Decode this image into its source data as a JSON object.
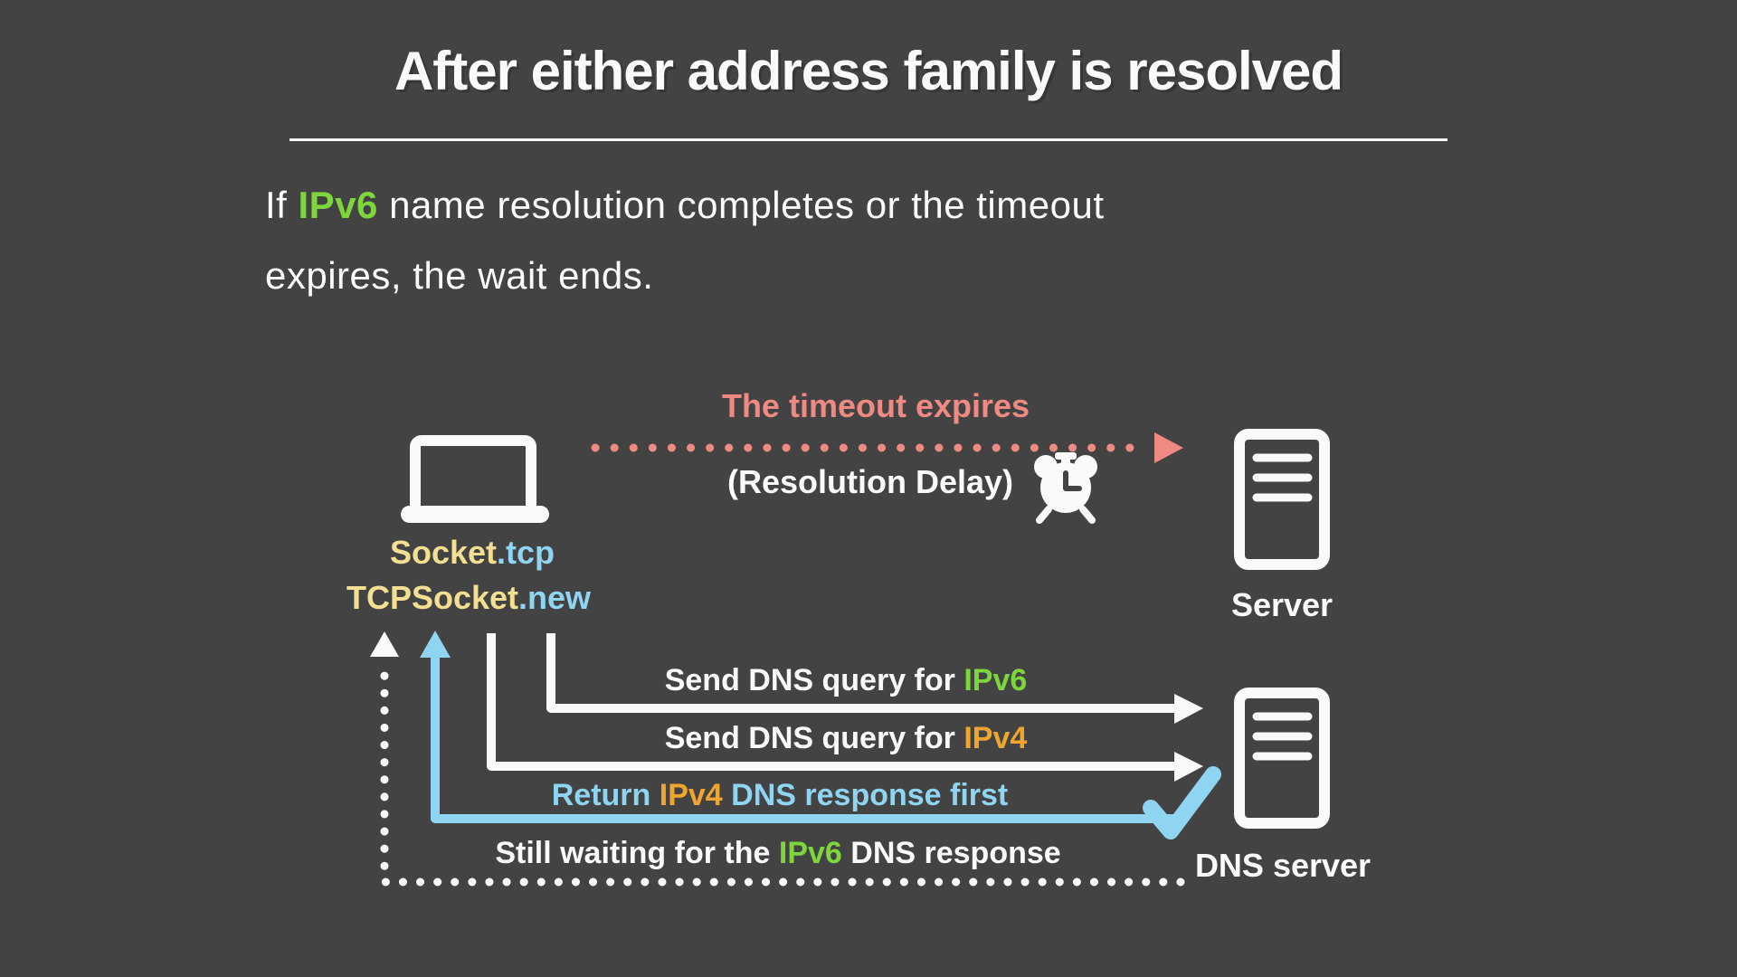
{
  "title": "After either address family is resolved",
  "intro": {
    "line1_pre": "If ",
    "line1_keyword": "IPv6",
    "line1_post": " name resolution completes or the timeout",
    "line2": "expires, the wait ends."
  },
  "client": {
    "label1_name": "Socket",
    "label1_method": ".tcp",
    "label2_name": "TCPSocket",
    "label2_method": ".new"
  },
  "nodes": {
    "server": "Server",
    "dns_server": "DNS server"
  },
  "timeout": {
    "label": "The timeout expires",
    "sublabel": "(Resolution Delay)",
    "icon": "alarm-clock-icon"
  },
  "messages": {
    "query_ipv6": {
      "pre": "Send DNS query for ",
      "keyword": "IPv6"
    },
    "query_ipv4": {
      "pre": "Send DNS query for ",
      "keyword": "IPv4"
    },
    "return_ipv4": {
      "pre": "Return ",
      "keyword": "IPv4",
      "post": " DNS response first"
    },
    "still_waiting": {
      "pre": "Still waiting for the ",
      "keyword": "IPv6",
      "post": " DNS response"
    }
  },
  "icons": {
    "client": "laptop-icon",
    "server": "server-icon",
    "dns": "dns-server-icon",
    "timeout": "alarm-clock-icon",
    "response_ok": "check-icon"
  },
  "colors": {
    "bg": "#434343",
    "white": "#fafafa",
    "green": "#7cd63c",
    "yellow": "#f3df92",
    "blue": "#8fd4f1",
    "orange": "#f0a62e",
    "pink": "#ee8a82"
  }
}
